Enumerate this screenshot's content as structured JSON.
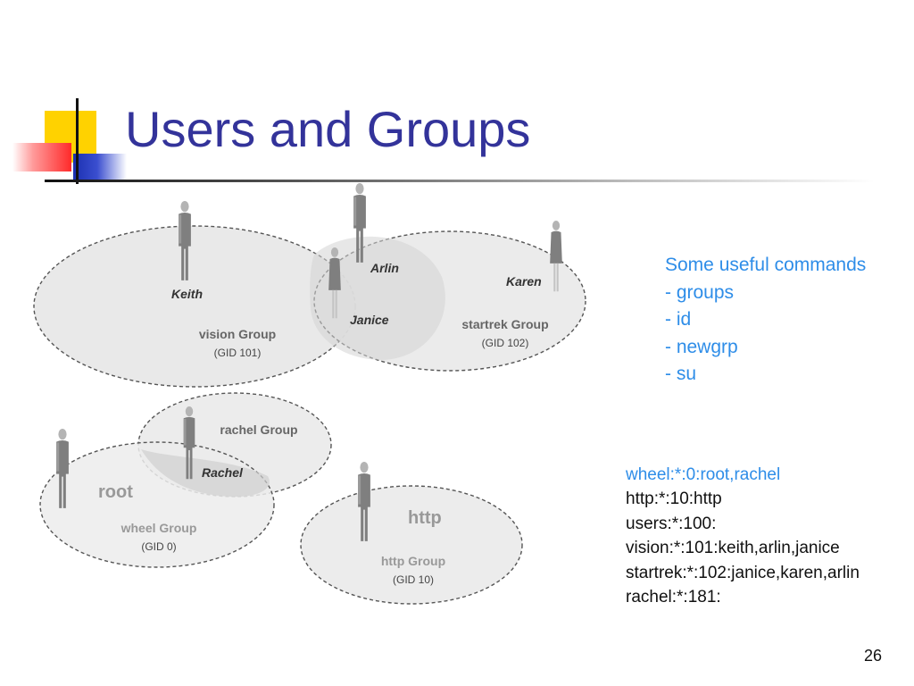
{
  "slide": {
    "title": "Users and Groups",
    "page_number": "26"
  },
  "diagram": {
    "groups": [
      {
        "name": "vision Group",
        "gid": "(GID 101)"
      },
      {
        "name": "startrek Group",
        "gid": "(GID 102)"
      },
      {
        "name": "rachel Group",
        "gid": ""
      },
      {
        "name": "wheel Group",
        "gid": "(GID 0)"
      },
      {
        "name": "http Group",
        "gid": "(GID 10)"
      }
    ],
    "users": [
      "Keith",
      "Arlin",
      "Janice",
      "Karen",
      "Rachel",
      "root",
      "http"
    ]
  },
  "commands": {
    "heading": "Some useful commands",
    "items": [
      "- groups",
      "- id",
      "- newgrp",
      "- su"
    ]
  },
  "group_file": {
    "lines": [
      "wheel:*:0:root,rachel",
      "http:*:10:http",
      "users:*:100:",
      "vision:*:101:keith,arlin,janice",
      "startrek:*:102:janice,karen,arlin",
      "rachel:*:181:"
    ]
  },
  "colors": {
    "title": "#33339a",
    "accent_blue": "#2e8de8",
    "deco_yellow": "#ffd200",
    "deco_red": "#ff2a2a",
    "deco_blue": "#1a2fb0"
  }
}
